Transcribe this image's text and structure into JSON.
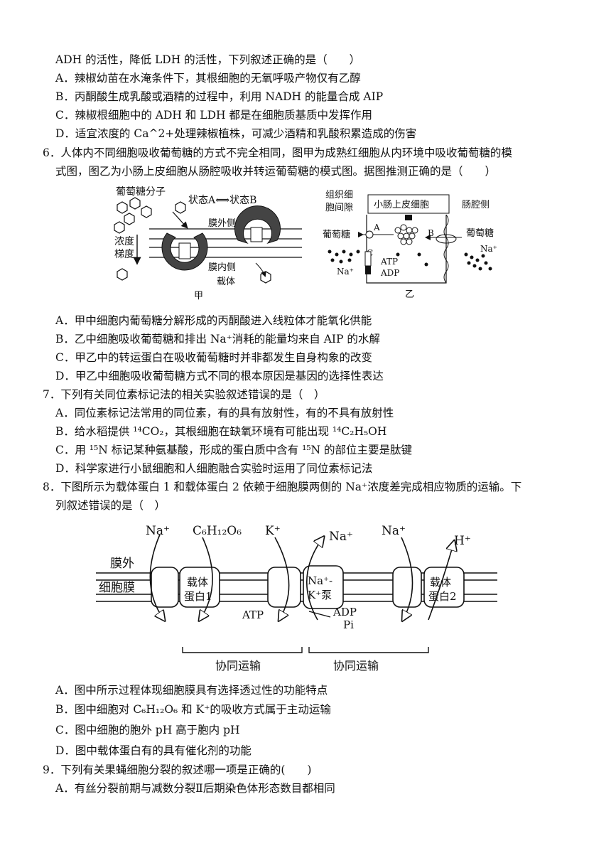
{
  "q5": {
    "stem_tail": "ADH 的活性，降低 LDH 的活性，下列叙述正确的是（　　）",
    "options": [
      "A．辣椒幼苗在水淹条件下，其根细胞的无氧呼吸产物仅有乙醇",
      "B．丙酮酸生成乳酸或酒精的过程中，利用 NADH 的能量合成 AIP",
      "C．辣椒根细胞中的 ADH 和 LDH 都是在细胞质基质中发挥作用",
      "D．适宜浓度的 Ca^2+处理辣椒植株，可减少酒精和乳酸积累造成的伤害"
    ]
  },
  "q6": {
    "stem_1": "6．人体内不同细胞吸收葡萄糖的方式不完全相同，图甲为成熟红细胞从内环境中吸收葡萄糖的模",
    "stem_2": "式图，图乙为小肠上皮细胞从肠腔吸收并转运葡萄糖的模式图。据图推测正确的是（　　）",
    "fig_jia": {
      "glucose_molecule": "葡萄糖分子",
      "state_switch": "状态A⟺状态B",
      "conc_gradient": [
        "浓度",
        "梯度"
      ],
      "outer_side": "膜外侧",
      "inner_side": "膜内侧",
      "carrier": "载体",
      "caption": "甲"
    },
    "fig_yi": {
      "tissue_gap": [
        "组织细",
        "胞间隙"
      ],
      "epithelial": "小肠上皮细胞",
      "lumen": "肠腔侧",
      "glucose_left": "葡萄糖",
      "glucose_right": "葡萄糖",
      "label_a": "A",
      "label_b": "B",
      "label_c": "C",
      "atp": "ATP",
      "adp": "ADP",
      "na_right": "Na⁺",
      "na_left": "Na⁺",
      "caption": "乙"
    },
    "options": [
      "A．甲中细胞内葡萄糖分解形成的丙酮酸进入线粒体才能氧化供能",
      "B．乙中细胞吸收葡萄糖和排出 Na⁺消耗的能量均来自 AIP 的水解",
      "C．甲乙中的转运蛋白在吸收葡萄糖时并非都发生自身构象的改变",
      "D．甲乙中细胞吸收葡萄糖方式不同的根本原因是基因的选择性表达"
    ]
  },
  "q7": {
    "stem": "7．下列有关同位素标记法的相关实验叙述错误的是（　）",
    "options": [
      "A．同位素标记法常用的同位素，有的具有放射性，有的不具有放射性",
      "B．给水稻提供 ¹⁴CO₂，其根细胞在缺氧环境有可能出现 ¹⁴C₂H₅OH",
      "C．用 ¹⁵N 标记某种氨基酸，形成的蛋白质中含有 ¹⁵N 的部位主要是肽键",
      "D．科学家进行小鼠细胞和人细胞融合实验时运用了同位素标记法"
    ]
  },
  "q8": {
    "stem_1": "8．下图所示为载体蛋白 1 和载体蛋白 2 依赖于细胞膜两侧的 Na⁺浓度差完成相应物质的运输。下",
    "stem_2": "列叙述错误的是（　）",
    "fig": {
      "na1": "Na⁺",
      "glucose": "C₆H₁₂O₆",
      "k": "K⁺",
      "na2": "Na⁺",
      "na3": "Na⁺",
      "h": "H⁺",
      "outside": "膜外",
      "membrane": "细胞膜",
      "carrier1": [
        "载体",
        "蛋白1"
      ],
      "pump": [
        "Na⁺-",
        "K⁺泵"
      ],
      "carrier2": [
        "载体",
        "蛋白2"
      ],
      "atp": "ATP",
      "adp": "ADP",
      "pi": "Pi",
      "cotransport_1": "协同运输",
      "cotransport_2": "协同运输"
    },
    "options": [
      "A．图中所示过程体现细胞膜具有选择透过性的功能特点",
      "B．图中细胞对 C₆H₁₂O₆ 和 K⁺的吸收方式属于主动运输",
      "C．图中细胞的胞外 pH 高于胞内 pH",
      "D．图中载体蛋白有的具有催化剂的功能"
    ]
  },
  "q9": {
    "stem": "9．下列有关果蝇细胞分裂的叙述哪一项是正确的(　　)",
    "options": [
      "A．有丝分裂前期与减数分裂Ⅱ后期染色体形态数目都相同"
    ]
  }
}
